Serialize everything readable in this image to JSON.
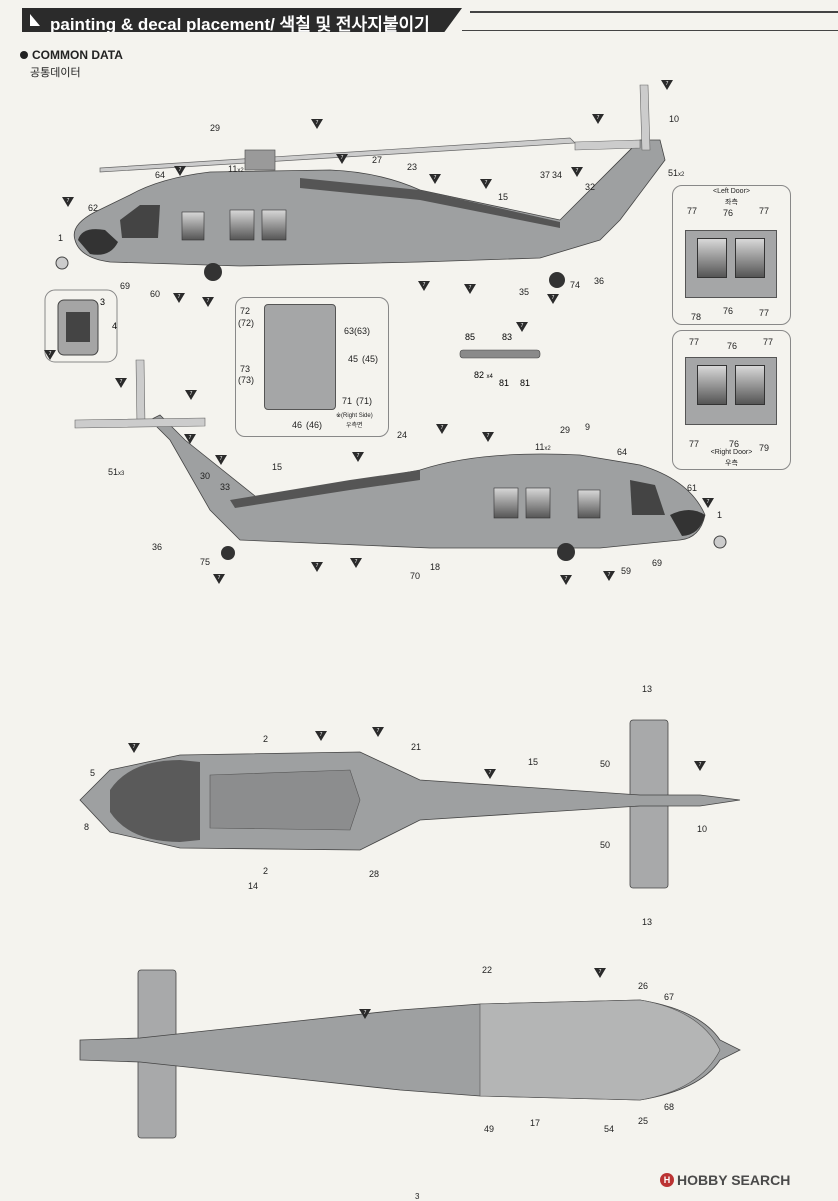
{
  "header": {
    "title": "painting & decal placement/ 색칠 및 전사지붙이기"
  },
  "section": {
    "title": "COMMON DATA",
    "subtitle": "공통데이터"
  },
  "left_door": {
    "title": "<Left Door>",
    "subtitle": "좌측",
    "labels": [
      "77",
      "76",
      "77",
      "78",
      "76",
      "77"
    ]
  },
  "right_door": {
    "title": "<Right Door>",
    "subtitle": "우측",
    "labels": [
      "77",
      "76",
      "77",
      "77",
      "76",
      "79"
    ]
  },
  "detail": {
    "note": "※(Right Side)",
    "note_ko": "우측면",
    "labels": [
      "72",
      "(72)",
      "63",
      "(63)",
      "73",
      "(73)",
      "45",
      "(45)",
      "71",
      "(71)",
      "46",
      "(46)"
    ]
  },
  "page_number": "3",
  "watermark": "HOBBY SEARCH"
}
